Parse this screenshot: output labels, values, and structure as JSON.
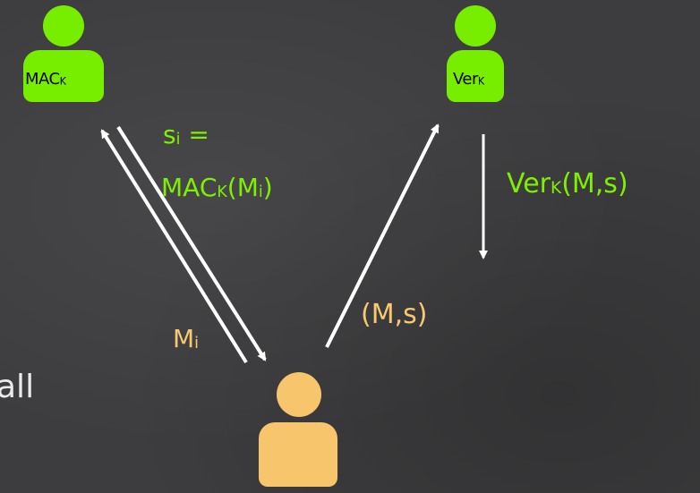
{
  "colors": {
    "green": "#77ee00",
    "orange": "#f7c56c",
    "arrow": "#ffffff",
    "background": "#3d3d3f"
  },
  "signer": {
    "label": "MAC",
    "sub": "K"
  },
  "verifier": {
    "label": "Ver",
    "sub": "K"
  },
  "adversary": {
    "icon": "person-icon"
  },
  "signature_label": {
    "line1": "s",
    "line1_sub": "i",
    "line1_rest": " =",
    "line2": "MAC",
    "line2_sub": "K",
    "line2_rest": "(M",
    "line2_sub2": "i",
    "line2_end": ")"
  },
  "query_label": {
    "text": "M",
    "sub": "i"
  },
  "forgery_label": {
    "text": "(M,s)"
  },
  "verify_label": {
    "text": "Ver",
    "sub": "K",
    "rest": "(M,s)"
  },
  "left_fragment": {
    "text": "all"
  }
}
